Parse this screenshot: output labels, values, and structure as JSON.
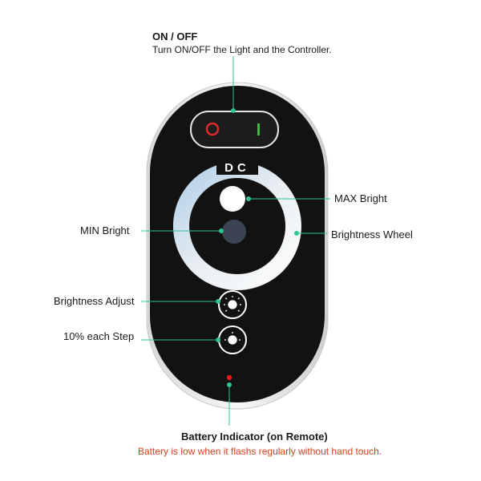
{
  "callouts": {
    "on_off": {
      "title": "ON / OFF",
      "description": "Turn ON/OFF the Light and the Controller."
    },
    "max_bright": "MAX Bright",
    "brightness_wheel": "Brightness Wheel",
    "min_bright": "MIN Bright",
    "brightness_adjust": "Brightness Adjust",
    "step": "10% each Step",
    "battery": {
      "title": "Battery Indicator (on Remote)",
      "description": "Battery is low when it flashs regularly without hand touch."
    }
  },
  "remote": {
    "brand_mark": "DC",
    "power_off_symbol": "O",
    "power_on_symbol": "I"
  },
  "colors": {
    "leader_line": "#2fc48f",
    "battery_text": "#d6401c",
    "led": "#e01818",
    "off_symbol": "#e02a2a",
    "on_symbol": "#3fb93f"
  }
}
